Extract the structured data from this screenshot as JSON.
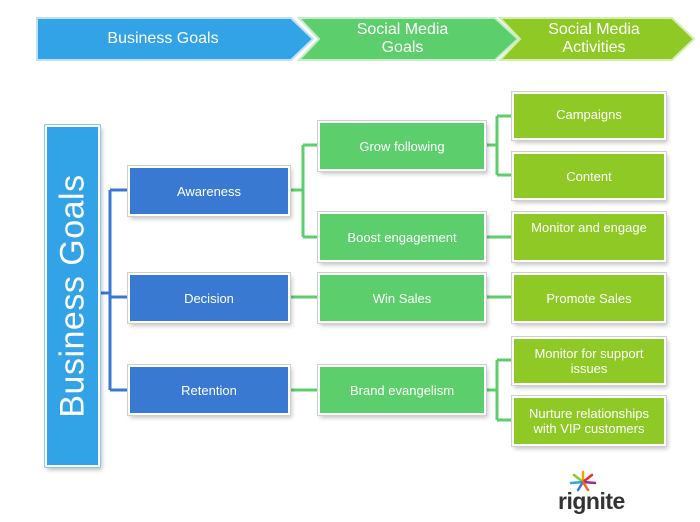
{
  "header": {
    "steps": [
      {
        "label": "Business Goals",
        "color": "#31a3e6"
      },
      {
        "label": "Social Media\nGoals",
        "color": "#5ccf6c"
      },
      {
        "label": "Social Media\nActivities",
        "color": "#8fc925"
      }
    ]
  },
  "sidebar": {
    "label": "Business Goals",
    "color": "#31a3e6"
  },
  "business_goals": [
    "Awareness",
    "Decision",
    "Retention"
  ],
  "social_goals": [
    "Grow following",
    "Boost engagement",
    "Win Sales",
    "Brand evangelism"
  ],
  "activities": [
    "Campaigns",
    "Content",
    "Monitor and engage",
    "Promote Sales",
    "Monitor for support\nissues",
    "Nurture relationships\nwith VIP customers"
  ],
  "logo": {
    "text": "rignite"
  },
  "colors": {
    "blue": "#3a79d1",
    "green": "#5ccf6c",
    "lime": "#8fc925",
    "connector_blue": "#3a79d1",
    "connector_green": "#5ccf6c"
  }
}
